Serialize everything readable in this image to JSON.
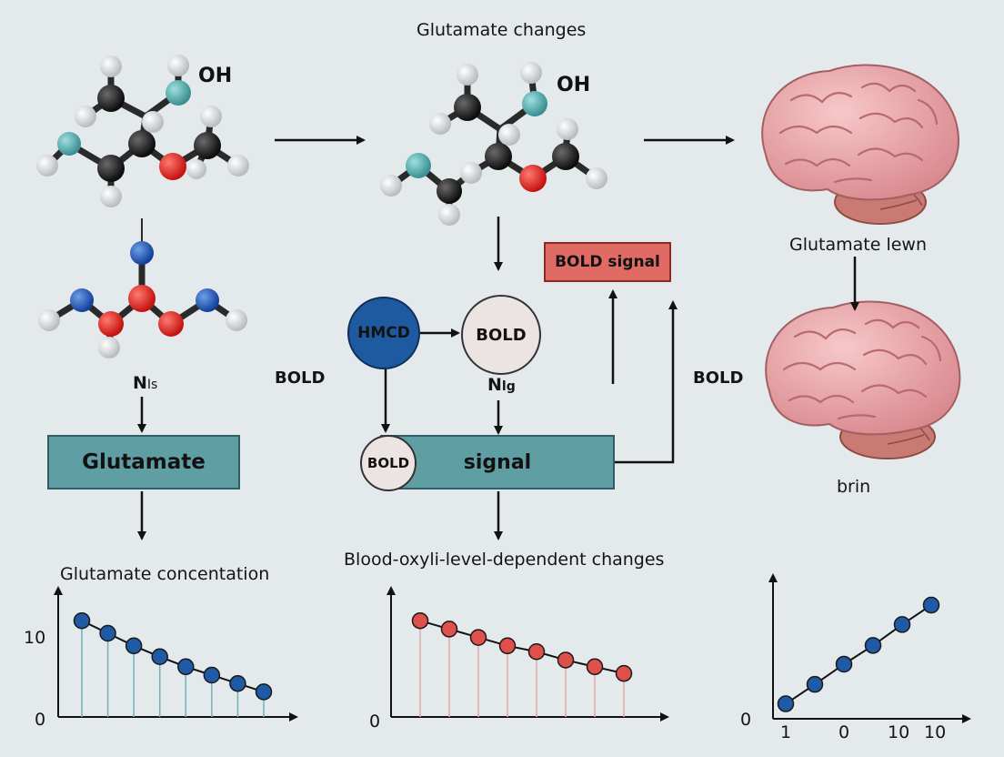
{
  "title": "Glutamate changes",
  "molecules": {
    "top_left_label": "OH",
    "top_middle_label": "OH"
  },
  "labels": {
    "n_left": "N",
    "n_left_sub": "Is",
    "n_middle": "N",
    "n_middle_sub": "lg",
    "bold_left": "BOLD",
    "bold_right": "BOLD",
    "glutamate_lewn": "Glutamate lewn",
    "brin": "brin",
    "glutamate_concentation": "Glutamate concentation",
    "blood_changes": "Blood-oxyli-level-dependent changes"
  },
  "nodes": {
    "glutamate_box": "Glutamate",
    "bold_signal_box": "BOLD signal",
    "hmcd_circle": "HMCD",
    "bold_circle": "BOLD",
    "bold_small_circle": "BOLD",
    "signal_box": "signal"
  },
  "colors": {
    "background": "#e4e9ec",
    "teal": "#5f9ea3",
    "red_box": "#e06a64",
    "dark_blue": "#1d5aa0",
    "point_blue": "#1f5aa6",
    "point_red": "#e0504a",
    "brain_pink": "#e8a0a4"
  },
  "chart_data": [
    {
      "type": "scatter",
      "title": "Glutamate concentation",
      "y_ticks": [
        "10",
        "0"
      ],
      "x": [
        1,
        2,
        3,
        4,
        5,
        6,
        7,
        8
      ],
      "values": [
        11.5,
        10.0,
        8.5,
        7.2,
        6.0,
        5.0,
        4.0,
        3.0
      ],
      "ylim": [
        0,
        15
      ],
      "connected": true,
      "stems": true
    },
    {
      "type": "scatter",
      "title": "Blood-oxyli-level-dependent changes",
      "y_ticks": [
        "0"
      ],
      "x": [
        1,
        2,
        3,
        4,
        5,
        6,
        7,
        8
      ],
      "values": [
        11.5,
        10.5,
        9.5,
        8.5,
        7.8,
        6.8,
        6.0,
        5.2
      ],
      "ylim": [
        0,
        15
      ],
      "connected": true,
      "stems": true
    },
    {
      "type": "scatter",
      "y_ticks": [
        "0"
      ],
      "x_ticks": [
        "1",
        "0",
        "10",
        "10"
      ],
      "x": [
        1,
        2,
        3,
        4,
        5,
        6
      ],
      "values": [
        2.0,
        4.6,
        7.3,
        9.8,
        12.6,
        15.2
      ],
      "ylim": [
        0,
        18
      ],
      "connected": true,
      "stems": false
    }
  ]
}
